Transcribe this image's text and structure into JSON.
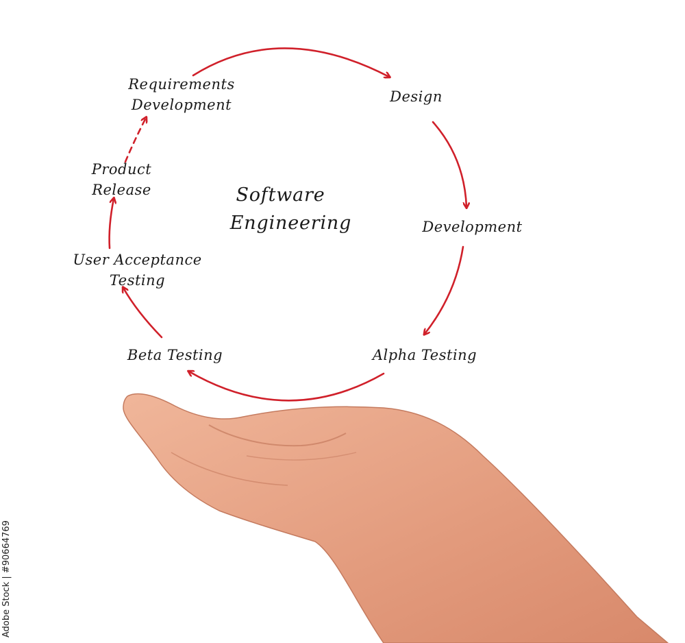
{
  "diagram": {
    "title": [
      "Software",
      "Engineering"
    ],
    "arrow_color": "#d0202a",
    "stages": [
      {
        "lines": [
          "Requirements",
          "Development"
        ]
      },
      {
        "lines": [
          "Design"
        ]
      },
      {
        "lines": [
          "Development"
        ]
      },
      {
        "lines": [
          "Alpha Testing"
        ]
      },
      {
        "lines": [
          "Beta Testing"
        ]
      },
      {
        "lines": [
          "User Acceptance",
          "Testing"
        ]
      },
      {
        "lines": [
          "Product",
          "Release"
        ]
      }
    ]
  },
  "watermark": {
    "stock_id": "Adobe Stock | #90664769"
  },
  "colors": {
    "skin": "#e8a486",
    "skin_shadow": "#c97d62"
  }
}
